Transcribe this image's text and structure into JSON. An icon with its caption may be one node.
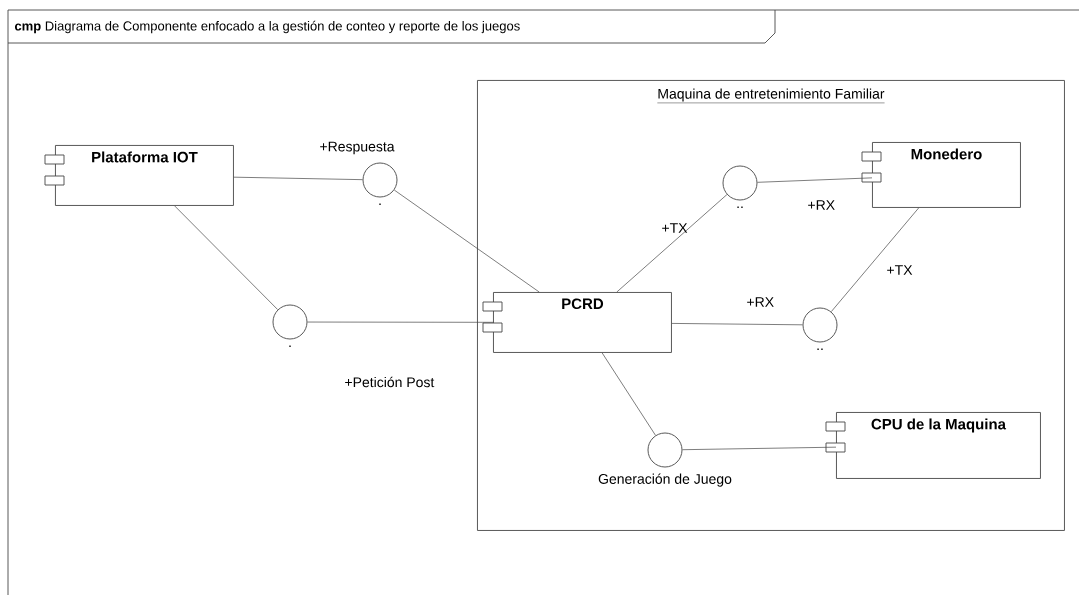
{
  "diagram": {
    "title": "**cmp** Diagrama de Componente enfocado a la gestión de conteo y reporte de los juegos",
    "nodes": [
      {
        "text": [
          "Plataforma IOT"
        ]
      },
      {
        "text": [],
        "shape": "circle",
        "beside": [
          "."
        ]
      },
      {
        "text": [],
        "shape": "circle",
        "beside": [
          "."
        ]
      },
      {
        "text": [
          "Maquina de entretenimiento Familiar"
        ]
      },
      {
        "text": [
          "PCRD"
        ],
        "in": 3
      },
      {
        "text": [],
        "shape": "circle",
        "beside": [
          ".."
        ],
        "in": 3
      },
      {
        "text": [
          "Monedero"
        ],
        "in": 3
      },
      {
        "text": [],
        "shape": "circle",
        "beside": [
          ".."
        ],
        "in": 3
      },
      {
        "text": [],
        "shape": "circle",
        "beside": [
          "Generación de Juego"
        ],
        "in": 3
      },
      {
        "text": [
          "CPU de la Maquina"
        ],
        "in": 3
      }
    ],
    "edges": [
      {
        "from": 0,
        "to": 1,
        "arrow": "none",
        "label": "+Respuesta"
      },
      {
        "from": 1,
        "to": 4,
        "arrow": "none"
      },
      {
        "from": 0,
        "to": 2,
        "arrow": "none"
      },
      {
        "from": 2,
        "to": 4,
        "arrow": "none",
        "label": "+Petición Post"
      },
      {
        "from": 4,
        "to": 5,
        "arrow": "none",
        "label": "+TX"
      },
      {
        "from": 5,
        "to": 6,
        "arrow": "none",
        "label": "+RX"
      },
      {
        "from": 6,
        "to": 7,
        "arrow": "none",
        "label": "+TX"
      },
      {
        "from": 4,
        "to": 7,
        "arrow": "none",
        "label": "+RX"
      },
      {
        "from": 4,
        "to": 8,
        "arrow": "none"
      },
      {
        "from": 8,
        "to": 9,
        "arrow": "none"
      }
    ]
  }
}
